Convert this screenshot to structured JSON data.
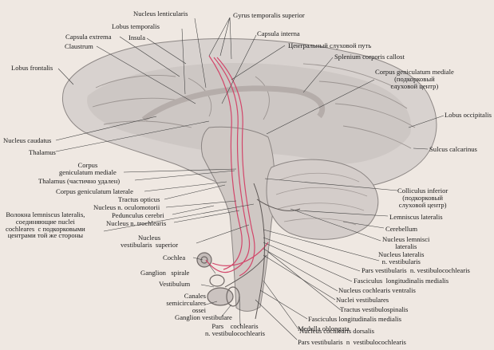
{
  "labels": {
    "nucleus_lenticularis": "Nucleus lenticularis",
    "gyrus_temporalis_superior": "Gyrus temporalis superior",
    "lobus_temporalis": "Lobus temporalis",
    "capsula_extrema": "Capsula extrema",
    "insula": "Insula",
    "capsula_interna": "Capsula interna",
    "claustrum": "Claustrum",
    "central_auditory_path": "Центральный слуховой путь",
    "splenium": "Splenium corporis callost",
    "lobus_frontalis": "Lobus frontalis",
    "cgm_subcortical": "Corpus geniculatum mediale\n(подкорковый\nслуховой центр)",
    "lobus_occipitalis": "Lobus occipitalis",
    "nucleus_caudatus": "Nucleus caudatus",
    "thalamus": "Thalamus",
    "sulcus_calcarinus": "Sulcus calcarinus",
    "corpus_geniculatum_mediale": "Corpus\ngeniculatum mediale",
    "thalamus_partial": "Thalamus (частично удален)",
    "corpus_geniculatum_laterale": "Corpus geniculatum laterale",
    "tractus_opticus": "Tractus opticus",
    "colliculus_inferior": "Colliculus inferior\n(подкорковый\nслуховой центр)",
    "nucleus_oculomotorii": "Nucleus n. oculomotorii",
    "pedunculus_cerebri": "Pedunculus cerebri",
    "nucleus_trochlearis": "Nucleus n. trochlearis",
    "lemniscus_lateralis": "Lemniscus lateralis",
    "lemniscus_fibers": "Волокна lemniscus lateralis,\nсоединяющие nuclei\ncochleares  с подкорковыми\nцентрами той же стороны",
    "cerebellum": "Cerebellum",
    "nucleus_lemnisci_lateralis": "Nucleus lemnisci\nlateralis",
    "nucleus_vestibularis_superior": "Nucleus\nvestibularis  superior",
    "nucleus_lateralis_vestibularis": "Nucleus lateralis\nn. vestibularis",
    "cochlea": "Cochlea",
    "pars_vestibularis_top": "Pars vestibularis  n. vestibulocochlearis",
    "fasciculus_lm_1": "Fasciculus  longitudinalis medialis",
    "ganglion_spirale": "Ganglion   spirale",
    "nucleus_cochlearis_ventralis": "Nucleus cochlearis ventralis",
    "vestibulum": "Vestibulum",
    "nuclei_vestibulares": "Nuclei vestibulares",
    "tractus_vestibulospinalis": "Tractus vestibulospinalis",
    "canales": "Canales\nsemicirculares\nossei",
    "fasciculus_lm_2": "Fasciculus longitudinalis medialis",
    "medulla_oblongata": "Medulla oblongata",
    "ganglion_vestibulare": "Ganglion vestibulare",
    "pars_cochlearis": "Pars    cochlearis\nn. vestibulocochlearis",
    "nucleus_cochlearis_dorsalis": "Nucleus cochlearis dorsalis",
    "pars_vestibularis_bottom": "Pars vestibularis  n  vestibulocochlearis"
  }
}
